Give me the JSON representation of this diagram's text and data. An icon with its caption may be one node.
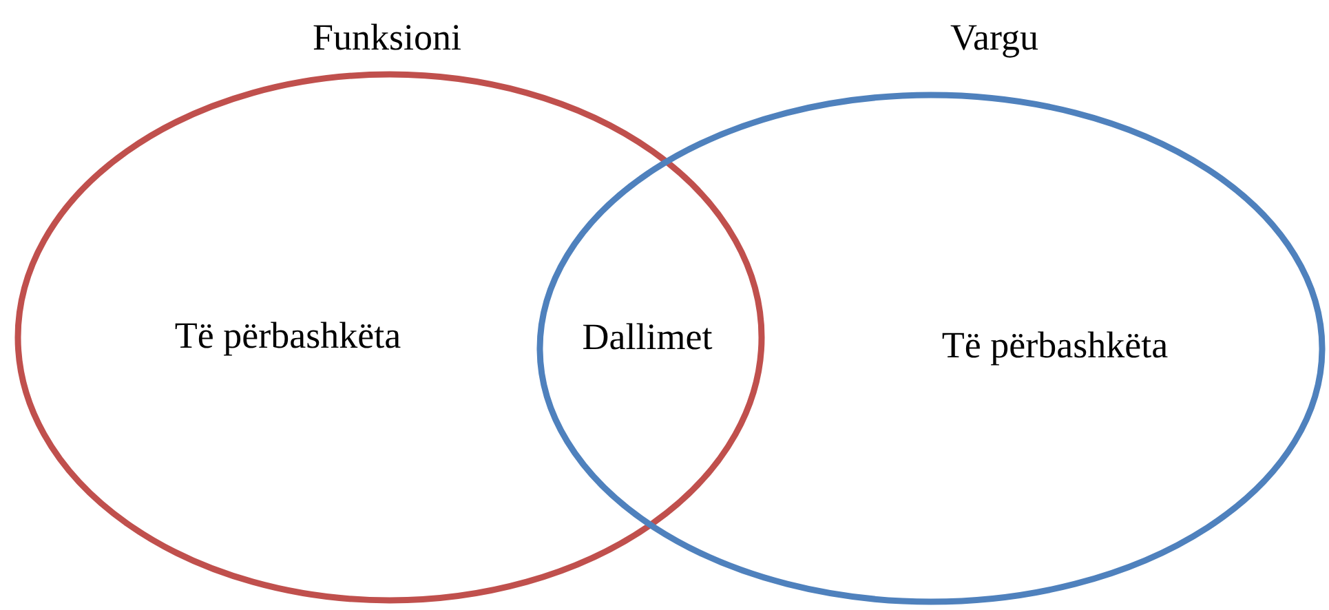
{
  "diagram": {
    "nodes": [
      {
        "text": [
          "Funksioni",
          "Të përbashkëta"
        ]
      },
      {
        "text": [
          "Vargu",
          "Të përbashkëta"
        ]
      }
    ],
    "labels": [
      "Dallimet"
    ]
  }
}
